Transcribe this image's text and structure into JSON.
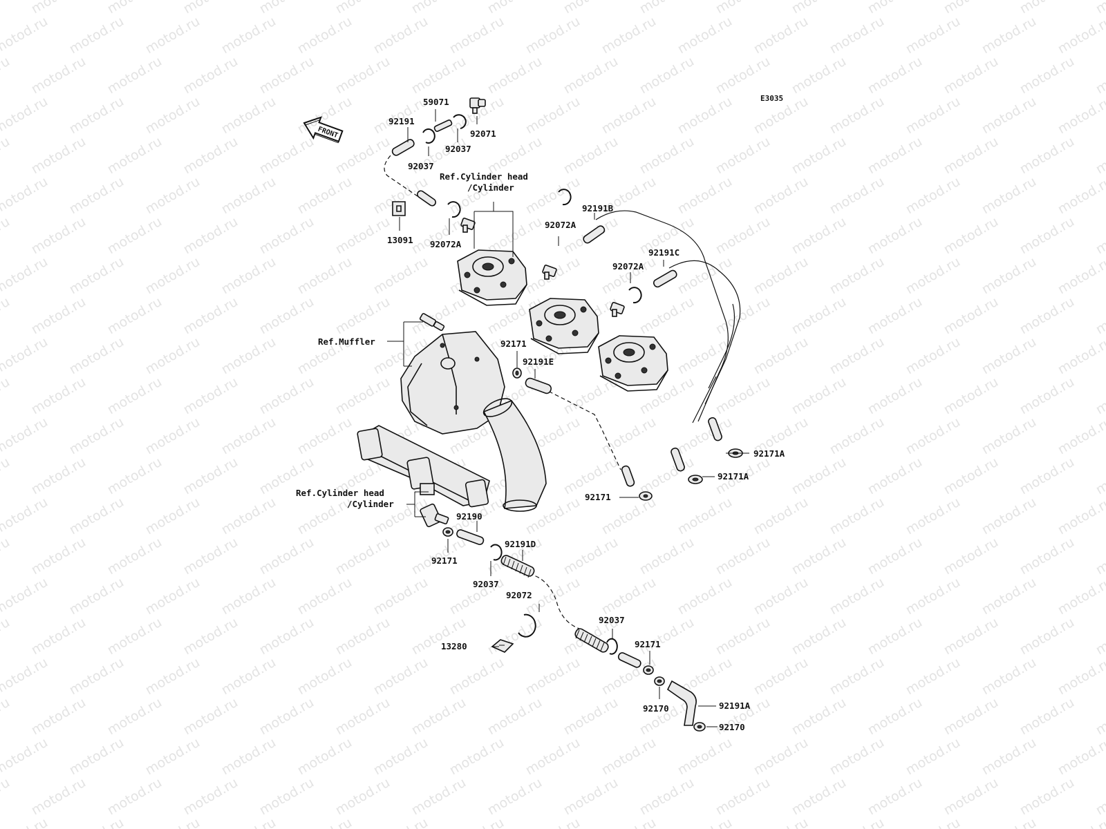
{
  "watermark": "motod.ru",
  "diagram_code": "E3035",
  "front_label": "FRONT",
  "callouts": {
    "p59071": "59071",
    "p92191": "92191",
    "p92071": "92071",
    "p92037_top_r": "92037",
    "p92037_top_l": "92037",
    "ref_head_top_1": "Ref.Cylinder head",
    "ref_head_top_2": "/Cylinder",
    "p13091": "13091",
    "p92072A_1": "92072A",
    "p92191B": "92191B",
    "p92072A_2": "92072A",
    "p92191C": "92191C",
    "p92072A_3": "92072A",
    "ref_muffler": "Ref.Muffler",
    "p92171_a": "92171",
    "p92191E": "92191E",
    "p92171A_1": "92171A",
    "p92171A_2": "92171A",
    "p92171_b": "92171",
    "ref_head_bot_1": "Ref.Cylinder head",
    "ref_head_bot_2": "/Cylinder",
    "p92190": "92190",
    "p92191D": "92191D",
    "p92171_c": "92171",
    "p92037_mid": "92037",
    "p92072": "92072",
    "p92037_bot": "92037",
    "p13280": "13280",
    "p92171_d": "92171",
    "p92170_1": "92170",
    "p92191A": "92191A",
    "p92170_2": "92170"
  }
}
